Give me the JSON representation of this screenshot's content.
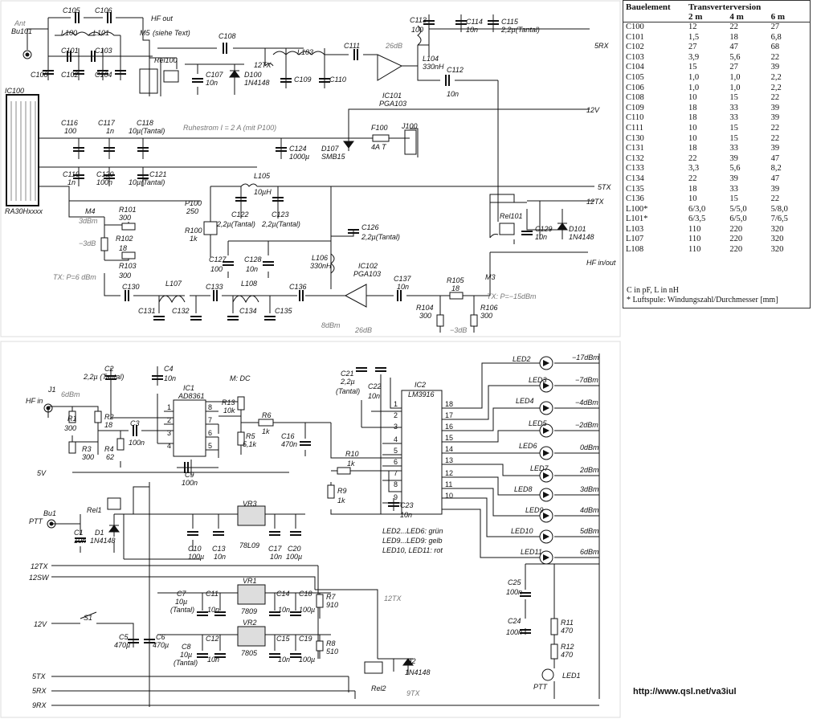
{
  "table": {
    "headers": [
      "Bauelement",
      "Transverterversion"
    ],
    "subheaders": [
      "2 m",
      "4 m",
      "6 m"
    ],
    "rows": [
      {
        "part": "C100",
        "v": [
          "12",
          "22",
          "27"
        ]
      },
      {
        "part": "C101",
        "v": [
          "1,5",
          "18",
          "6,8"
        ]
      },
      {
        "part": "C102",
        "v": [
          "27",
          "47",
          "68"
        ]
      },
      {
        "part": "C103",
        "v": [
          "3,9",
          "5,6",
          "22"
        ]
      },
      {
        "part": "C104",
        "v": [
          "15",
          "27",
          "39"
        ]
      },
      {
        "part": "C105",
        "v": [
          "1,0",
          "1,0",
          "2,2"
        ]
      },
      {
        "part": "C106",
        "v": [
          "1,0",
          "1,0",
          "2,2"
        ]
      },
      {
        "part": "C108",
        "v": [
          "10",
          "15",
          "22"
        ]
      },
      {
        "part": "C109",
        "v": [
          "18",
          "33",
          "39"
        ]
      },
      {
        "part": "C110",
        "v": [
          "18",
          "33",
          "39"
        ]
      },
      {
        "part": "C111",
        "v": [
          "10",
          "15",
          "22"
        ]
      },
      {
        "part": "C130",
        "v": [
          "10",
          "15",
          "22"
        ]
      },
      {
        "part": "C131",
        "v": [
          "18",
          "33",
          "39"
        ]
      },
      {
        "part": "C132",
        "v": [
          "22",
          "39",
          "47"
        ]
      },
      {
        "part": "C133",
        "v": [
          "3,3",
          "5,6",
          "8,2"
        ]
      },
      {
        "part": "C134",
        "v": [
          "22",
          "39",
          "47"
        ]
      },
      {
        "part": "C135",
        "v": [
          "18",
          "33",
          "39"
        ]
      },
      {
        "part": "C136",
        "v": [
          "10",
          "15",
          "22"
        ]
      },
      {
        "part": "L100*",
        "v": [
          "6/3,0",
          "5/5,0",
          "5/8,0"
        ]
      },
      {
        "part": "L101*",
        "v": [
          "6/3,5",
          "6/5,0",
          "7/6,5"
        ]
      },
      {
        "part": "L103",
        "v": [
          "110",
          "220",
          "320"
        ]
      },
      {
        "part": "L107",
        "v": [
          "110",
          "220",
          "320"
        ]
      },
      {
        "part": "L108",
        "v": [
          "110",
          "220",
          "320"
        ]
      }
    ],
    "note1": "C in pF, L in nH",
    "note2": "* Luftspule: Windungszahl/Durchmesser [mm]"
  },
  "url": "http://www.qsl.net/va3iul",
  "labels": {
    "ant": "Ant",
    "bu101": "Bu101",
    "c105": "C105",
    "c106": "C106",
    "hfout": "HF out",
    "m5": "M5",
    "sieheText": "(siehe Text)",
    "l100": "L100",
    "l101": "L101",
    "c101": "C101",
    "c103": "C103",
    "c100": "C100",
    "c102": "C102",
    "c104": "C104",
    "c108": "C108",
    "rel100": "Rel100",
    "c107": "C107",
    "c107v": "10n",
    "tx12a": "12TX",
    "d100": "D100",
    "d100v": "1N4148",
    "l103": "L103",
    "c109": "C109",
    "c110": "C110",
    "c111": "C111",
    "db26a": "26dB",
    "l104": "L104",
    "l104v": "330nH",
    "c112": "C112",
    "c112v": "10n",
    "ic101": "IC101",
    "ic101v": "PGA103",
    "c113": "C113",
    "c113v": "100",
    "c114": "C114",
    "c114v": "10n",
    "c115": "C115",
    "c115v": "2,2µ(Tantal)",
    "rx5": "5RX",
    "ic100": "IC100",
    "ic100v": "RA30Hxxxx",
    "c116": "C116",
    "c116v": "100",
    "c117": "C117",
    "c117v": "1n",
    "c118": "C118",
    "c118v": "10µ(Tantal)",
    "ruhestrom": "Ruhestrom I = 2 A (mit P100)",
    "v12": "12V",
    "f100": "F100",
    "f100v": "4A T",
    "j100": "J100",
    "c124": "C124",
    "c124v": "1000µ",
    "d107": "D107",
    "d107v": "SMB15",
    "c119": "C119",
    "c119v": "1n",
    "c120": "C120",
    "c120v": "100n",
    "c121": "C121",
    "c121v": "10µ(Tantal)",
    "l105": "L105",
    "l105v": "10µH",
    "tx5a": "5TX",
    "tx12b": "12TX",
    "p100": "P100",
    "p100v": "250",
    "c122": "C122",
    "c122v": "2,2µ(Tantal)",
    "c123": "C123",
    "c123v": "2,2µ(Tantal)",
    "rel101": "Rel101",
    "c129": "C129",
    "c129v": "10n",
    "d101": "D101",
    "d101v": "1N4148",
    "m4": "M4",
    "dbm3": "3dBm",
    "r101": "R101",
    "r101v": "300",
    "db3m": "−3dB",
    "r102": "R102",
    "r102v": "18",
    "r100": "R100",
    "r100v": "1k",
    "c126": "C126",
    "c126v": "2,2µ(Tantal)",
    "c127": "C127",
    "c127v": "100",
    "c128": "C128",
    "c128v": "10n",
    "l106": "L106",
    "l106v": "330nH",
    "ic102": "IC102",
    "ic102v": "PGA103",
    "hfinout": "HF in/out",
    "m3": "M3",
    "r103": "R103",
    "r103v": "300",
    "txp6": "TX: P=6 dBm",
    "c137": "C137",
    "c137v": "10n",
    "r105": "R105",
    "r105v": "18",
    "txp15": "TX: P=−15dBm",
    "r104": "R104",
    "r104v": "300",
    "r106": "R106",
    "r106v": "300",
    "db3m2": "−3dB",
    "c130": "C130",
    "l107": "L107",
    "c133": "C133",
    "l108": "L108",
    "c136": "C136",
    "c131": "C131",
    "c132": "C132",
    "c134": "C134",
    "c135": "C135",
    "dbm8": "8dBm",
    "db26b": "26dB",
    "c2": "C2",
    "c2v": "2,2µ (Tantal)",
    "c4": "C4",
    "c4v": "10n",
    "ic1": "IC1",
    "ic1v": "AD8361",
    "mdc": "M: DC",
    "c21": "C21",
    "c21v": "2,2µ",
    "c21t": "(Tantal)",
    "c22": "C22",
    "c22v": "10n",
    "ic2": "IC2",
    "ic2v": "LM3916",
    "j1": "J1",
    "dbm6": "6dBm",
    "hfin": "HF in",
    "r1": "R1",
    "r1v": "300",
    "r2": "R2",
    "r2v": "18",
    "c3": "C3",
    "c3v": "100n",
    "r3": "R3",
    "r3v": "300",
    "r4": "R4",
    "r4v": "62",
    "r13": "R13",
    "r13v": "10k",
    "r6": "R6",
    "r6v": "1k",
    "r5": "R5",
    "r5v": "5,1k",
    "c16": "C16",
    "c16v": "470n",
    "c9": "C9",
    "c9v": "100n",
    "v5": "5V",
    "r10": "R10",
    "r10v": "1k",
    "r9": "R9",
    "r9v": "1k",
    "c23": "C23",
    "c23v": "10n",
    "bu1": "Bu1",
    "ptt": "PTT",
    "rel1": "Rel1",
    "c1": "C1",
    "c1v": "10n",
    "d1": "D1",
    "d1v": "1N4148",
    "vr3": "VR3",
    "vr3v": "78L09",
    "c10": "C10",
    "c10v": "100µ",
    "c13": "C13",
    "c13v": "10n",
    "c17": "C17",
    "c17v": "10n",
    "c20": "C20",
    "c20v": "100µ",
    "ledNote1": "LED2...LED6: grün",
    "ledNote2": "LED9...LED9: gelb",
    "ledNote3": "LED10, LED11: rot",
    "tx12c": "12TX",
    "sw12": "12SW",
    "vr1": "VR1",
    "vr1v": "7809",
    "c7": "C7",
    "c7v": "10µ",
    "c7t": "(Tantal)",
    "c11": "C11",
    "c11v": "10n",
    "c14": "C14",
    "c14v": "10n",
    "c18": "C18",
    "c18v": "100µ",
    "r7": "R7",
    "r7v": "910",
    "tx12d": "12TX",
    "s1": "S1",
    "v12b": "12V",
    "c5": "C5",
    "c5v": "470µ",
    "c6": "C6",
    "c6v": "470µ",
    "vr2": "VR2",
    "vr2v": "7805",
    "c8": "C8",
    "c8v": "10µ",
    "c8t": "(Tantal)",
    "c12": "C12",
    "c12v": "10n",
    "c15": "C15",
    "c15v": "10n",
    "c19": "C19",
    "c19v": "100µ",
    "r8": "R8",
    "r8v": "510",
    "d2": "D2",
    "d2v": "1N4148",
    "rel2": "Rel2",
    "tx5b": "5TX",
    "rx5b": "5RX",
    "rx9": "9RX",
    "tx9": "9TX",
    "c25": "C25",
    "c25v": "100n",
    "c24": "C24",
    "c24v": "100n",
    "r11": "R11",
    "r11v": "470",
    "r12": "R12",
    "r12v": "470",
    "led1": "LED1",
    "ptt2": "PTT"
  },
  "leds": [
    {
      "name": "LED2",
      "dbm": "−17dBm",
      "pin": "1"
    },
    {
      "name": "LED3",
      "dbm": "−7dBm",
      "pin": "18"
    },
    {
      "name": "LED4",
      "dbm": "−4dBm",
      "pin": "17"
    },
    {
      "name": "LED5",
      "dbm": "−2dBm",
      "pin": "16"
    },
    {
      "name": "LED6",
      "dbm": "0dBm",
      "pin": "15"
    },
    {
      "name": "LED7",
      "dbm": "2dBm",
      "pin": "14"
    },
    {
      "name": "LED8",
      "dbm": "3dBm",
      "pin": "13"
    },
    {
      "name": "LED9",
      "dbm": "4dBm",
      "pin": "12"
    },
    {
      "name": "LED10",
      "dbm": "5dBm",
      "pin": "11"
    },
    {
      "name": "LED11",
      "dbm": "6dBm",
      "pin": "10"
    }
  ],
  "ic2_left_pins": [
    "1",
    "2",
    "3",
    "4",
    "5",
    "6",
    "7",
    "8",
    "9"
  ],
  "ic1_left_pins": [
    "1",
    "2",
    "3",
    "4"
  ],
  "ic1_right_pins": [
    "8",
    "7",
    "6",
    "5"
  ]
}
